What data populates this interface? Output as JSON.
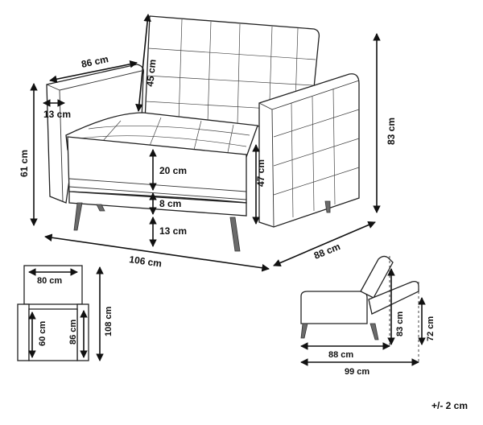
{
  "dimensions": {
    "main_width_depth": "86 cm",
    "back_height": "45 cm",
    "armrest_width": "13 cm",
    "armrest_height": "61 cm",
    "seat_cushion": "20 cm",
    "seat_base": "8 cm",
    "leg_height": "13 cm",
    "arm_height": "47 cm",
    "total_height": "83 cm",
    "total_width": "106 cm",
    "total_depth": "88 cm",
    "top_seat_width": "80 cm",
    "top_seat_depth": "60 cm",
    "top_inner_depth": "86 cm",
    "top_total_depth": "108 cm",
    "side_depth": "88 cm",
    "side_height_upright": "83 cm",
    "side_height_reclined": "72 cm",
    "side_total_depth": "99 cm"
  },
  "tolerance": "+/- 2 cm"
}
